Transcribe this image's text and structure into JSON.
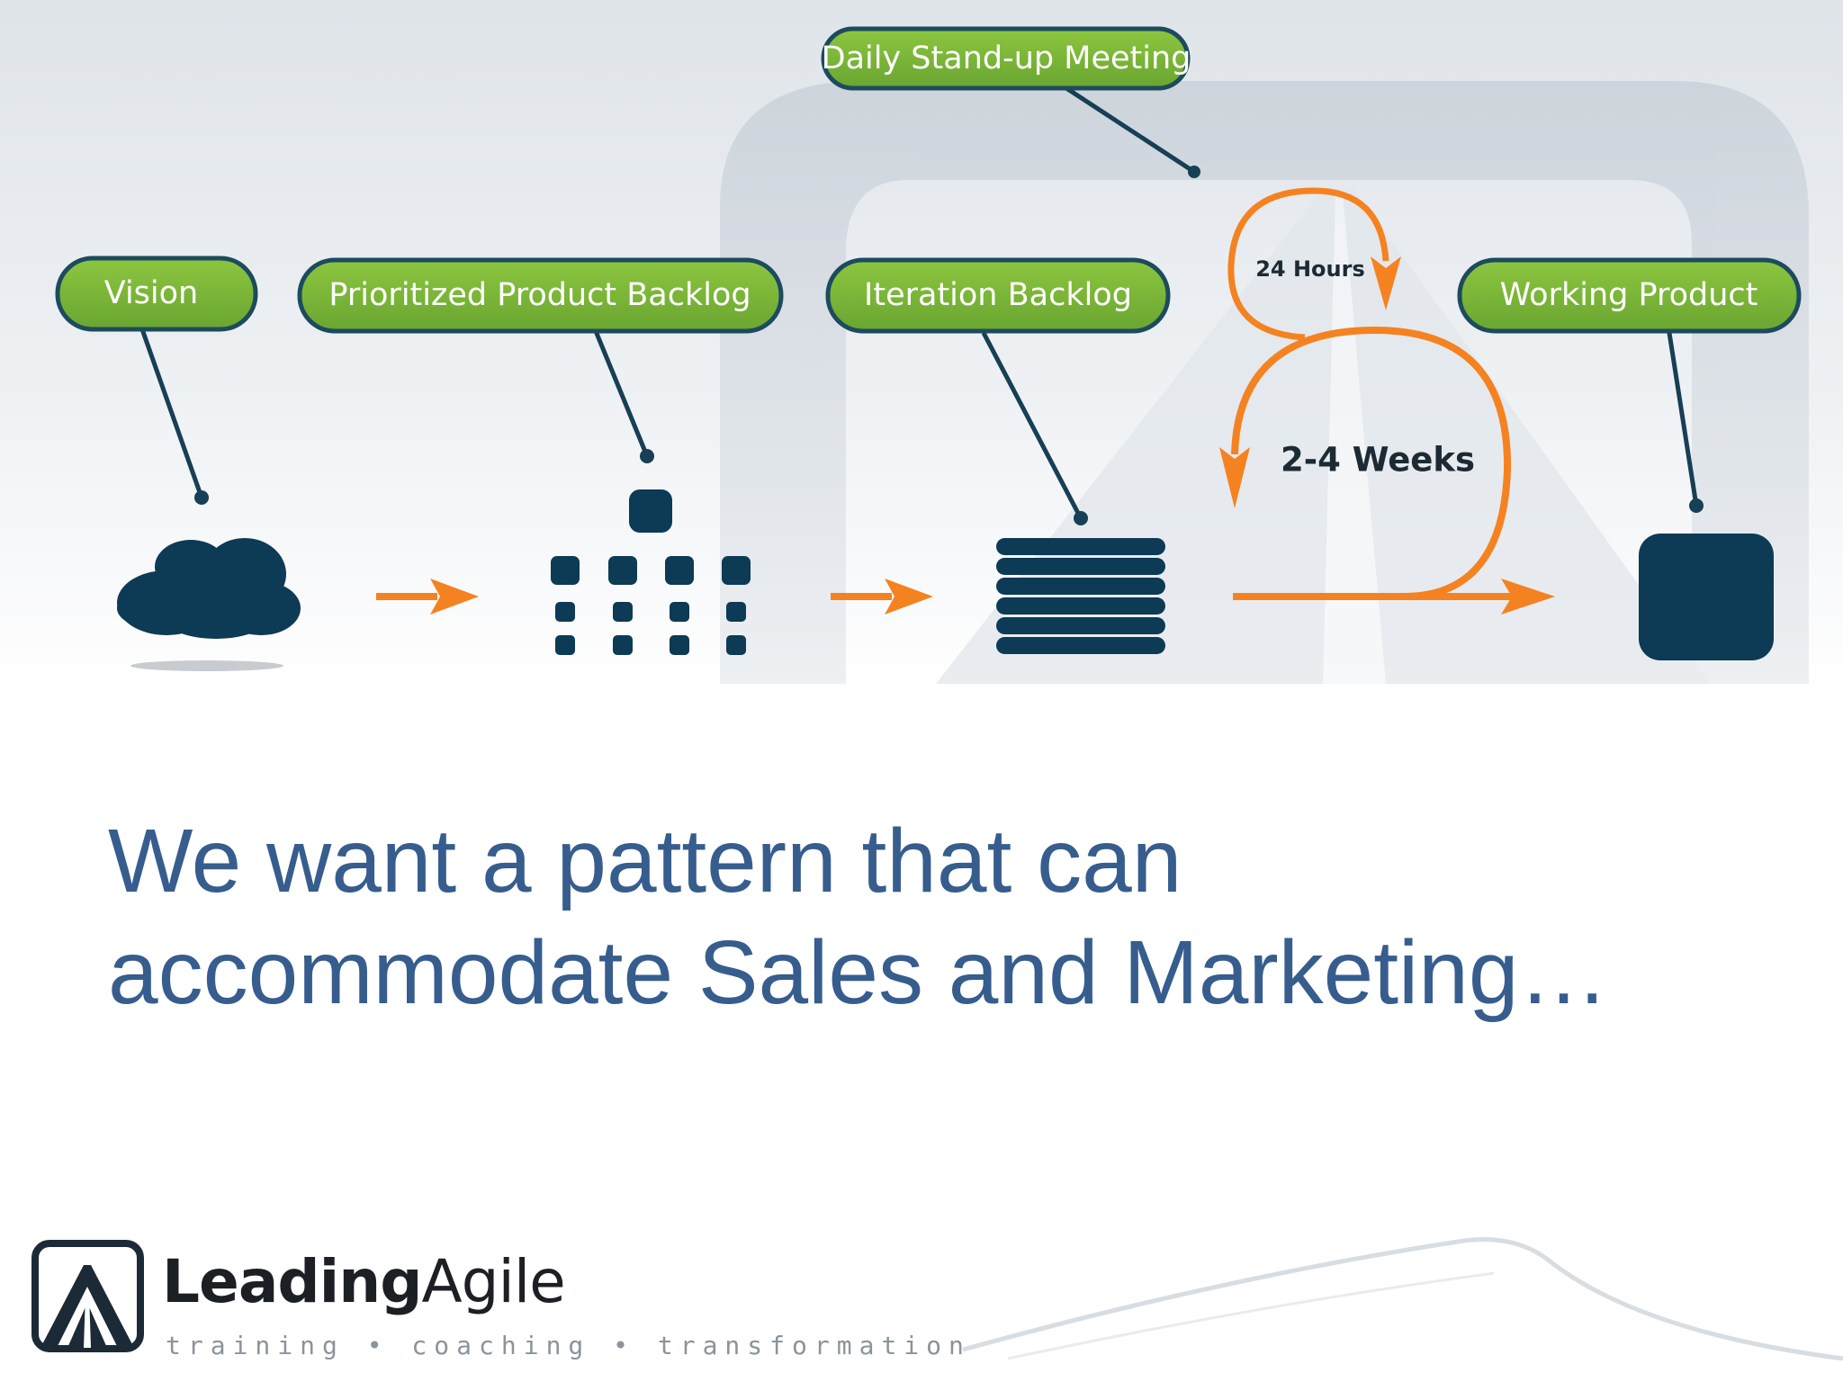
{
  "diagram": {
    "callouts": {
      "daily_standup": "Daily Stand-up Meeting",
      "vision": "Vision",
      "product_backlog": "Prioritized Product Backlog",
      "iteration_backlog": "Iteration Backlog",
      "working_product": "Working Product"
    },
    "cycles": {
      "daily": "24 Hours",
      "iteration": "2-4 Weeks"
    },
    "colors": {
      "callout_green": "#7cb83a",
      "callout_border": "#1d4b5e",
      "icon_navy": "#0d3a55",
      "arrow_orange": "#f58220"
    }
  },
  "headline": {
    "line1": "We want a pattern that can",
    "line2": "accommodate Sales and Marketing…"
  },
  "logo": {
    "name_bold": "Leading",
    "name_light": "Agile",
    "tagline": "training • coaching • transformation"
  }
}
